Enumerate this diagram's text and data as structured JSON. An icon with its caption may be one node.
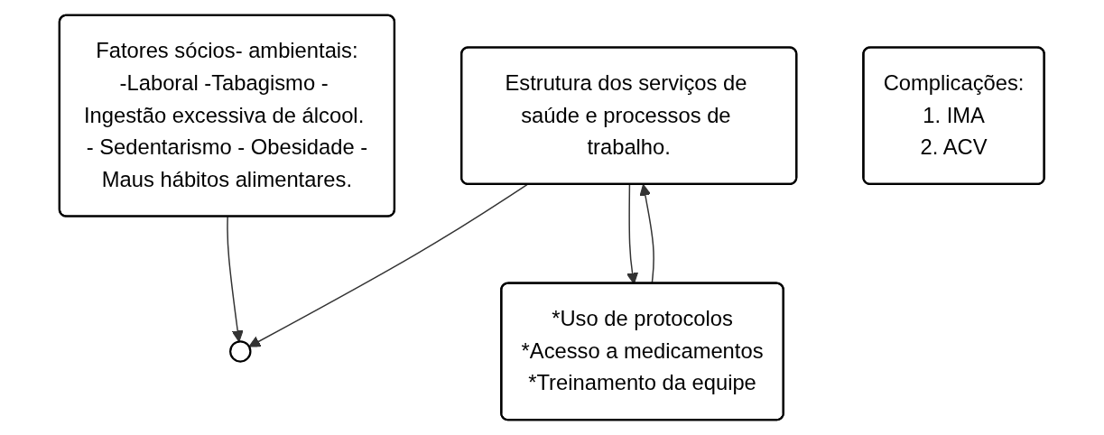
{
  "diagram": {
    "nodes": [
      {
        "text": [
          "Fatores sócios- ambientais:",
          "-Laboral -Tabagismo - Ingestão excessiva de álcool. - Sedentarismo - Obesidade -Maus hábitos alimentares."
        ]
      },
      {
        "text": [
          "Estrutura dos serviços de saúde e processos de trabalho."
        ]
      },
      {
        "text": [
          "*Uso de protocolos",
          "*Acesso a medicamentos",
          "*Treinamento da equipe"
        ]
      },
      {
        "text": [
          "Complicações:",
          "1. IMA",
          "2. ACV"
        ]
      },
      {
        "text": [],
        "shape": "circle"
      }
    ],
    "edges": [
      {
        "from": 2,
        "to": 1,
        "arrow": "to"
      },
      {
        "from": 1,
        "to": 2,
        "arrow": "to"
      },
      {
        "from": 0,
        "to": 4,
        "arrow": "to"
      },
      {
        "from": 1,
        "to": 4,
        "arrow": "to"
      }
    ]
  }
}
